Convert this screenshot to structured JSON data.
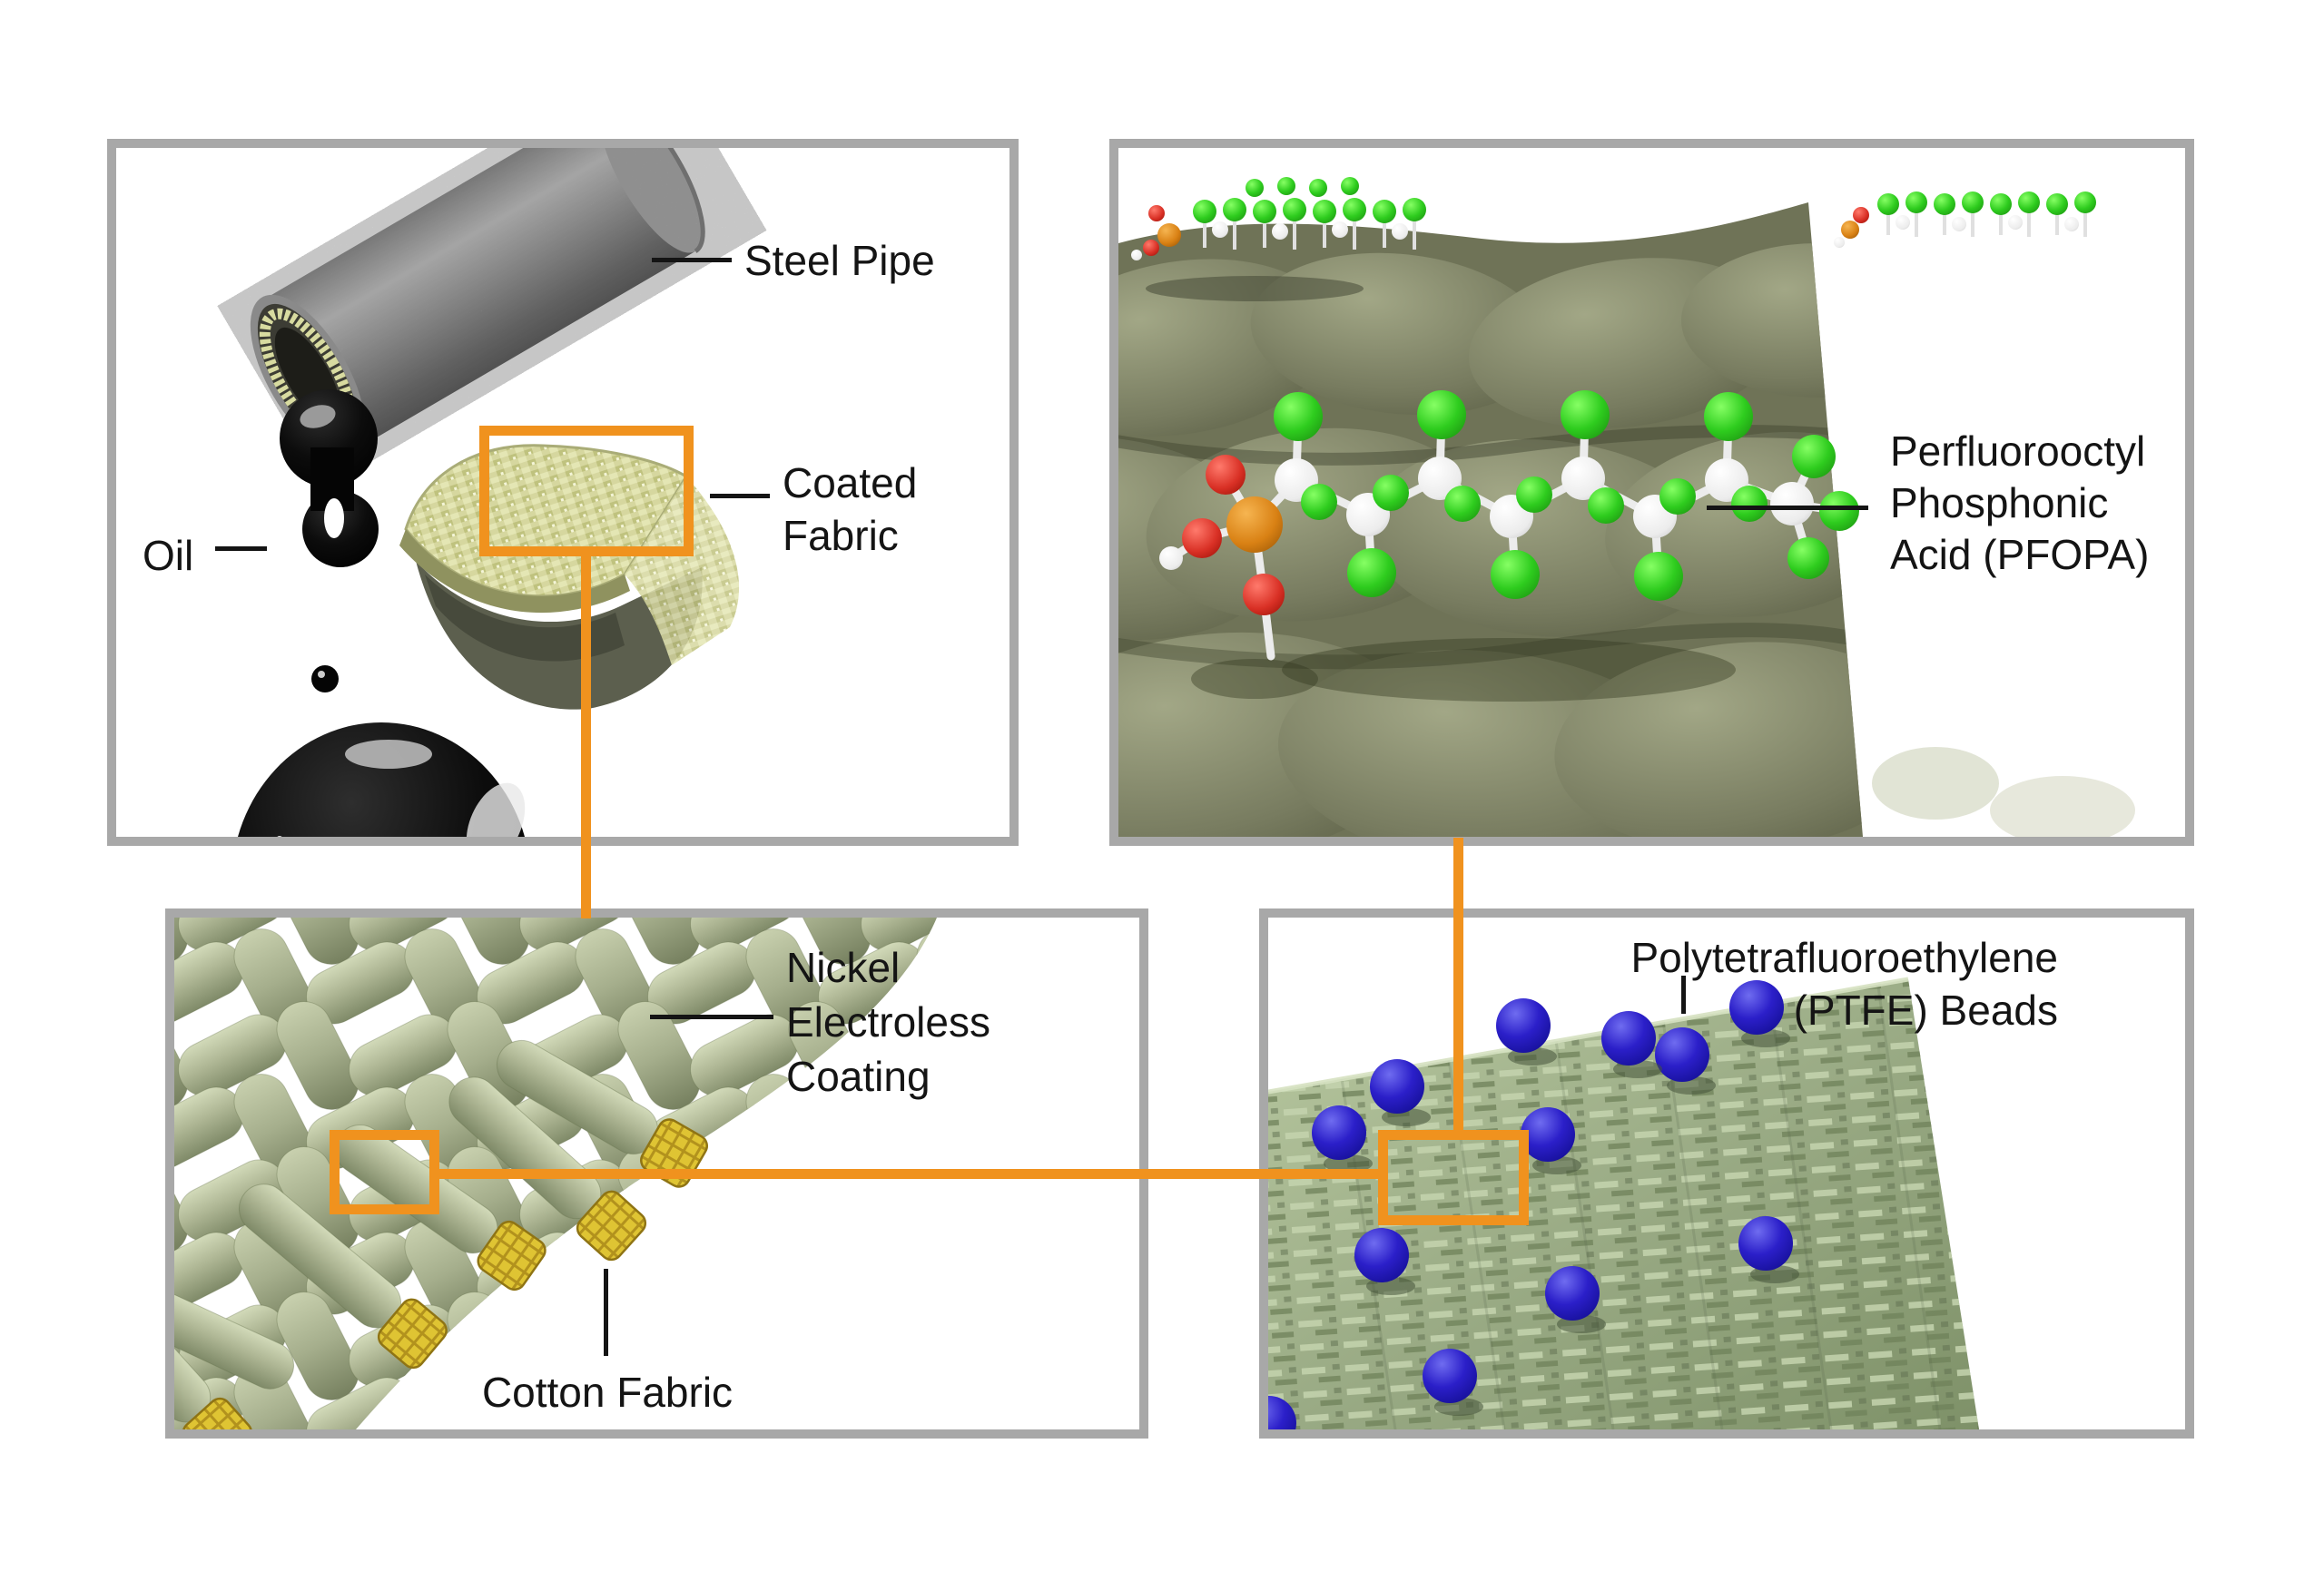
{
  "figure": {
    "type": "schematic-figure",
    "description_visible_panels": 4
  },
  "labels": {
    "steel_pipe": "Steel Pipe",
    "coated_fabric": "Coated\nFabric",
    "oil": "Oil",
    "pfopa": "Perfluorooctyl\nPhosphonic\nAcid (PFOPA)",
    "nickel_coating": "Nickel\nElectroless\nCoating",
    "cotton_fabric": "Cotton Fabric",
    "ptfe_beads": "Polytetrafluoroethylene\n(PTFE) Beads"
  },
  "colors": {
    "highlight_orange": "#F0921E",
    "panel_border_gray": "#A8A8A8",
    "label_text": "#141414",
    "oil_black": "#0A0A0A",
    "steel_gray": "#A8A8A8",
    "coated_fabric_yellow_green": "#D6D79F",
    "nickel_weave_sage": "#AFB795",
    "cotton_yellow": "#DFC433",
    "molecule_surface_olive": "#7B7F63",
    "ptfe_sheet_green": "#9AAB85",
    "bead_blue": "#2B1FC9",
    "fluorine_green": "#2ECC1E",
    "carbon_white": "#F2F2F2",
    "oxygen_red": "#D93025",
    "phosphorus_orange": "#D98114"
  }
}
